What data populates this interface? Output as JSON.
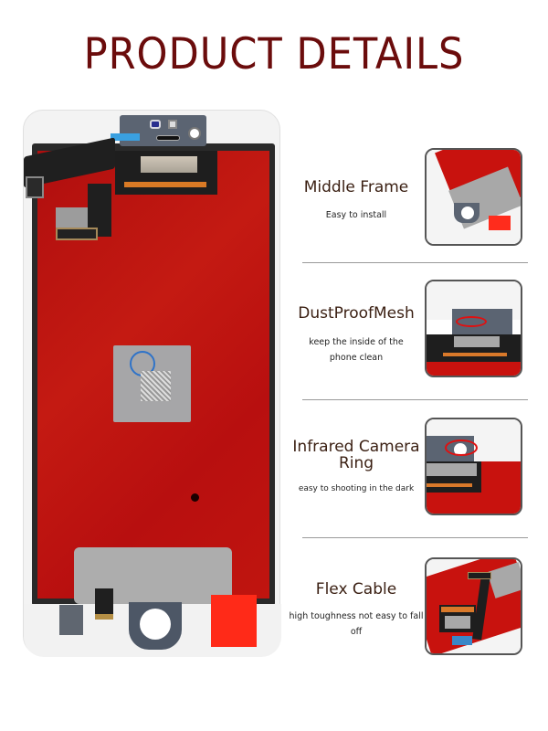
{
  "header": {
    "title": "PRODUCT DETAILS",
    "title_color": "#6b0c0c"
  },
  "product_image": {
    "alt": "LCD screen assembly back view with red backplate, white frame, flex cables, camera bracket and home button ring",
    "colors": {
      "backplate": "#c0150f",
      "frame": "#f3f3f3",
      "bracket": "#5b6472"
    }
  },
  "features": [
    {
      "title": "Middle Frame",
      "description": "Easy to install",
      "thumbnail_alt": "close-up of middle frame and home button area"
    },
    {
      "title": "DustProofMesh",
      "description": "keep the inside of the phone clean",
      "thumbnail_alt": "close-up of earpiece dust proof mesh circled in red"
    },
    {
      "title": "Infrared Camera Ring",
      "description": "easy to shooting in the dark",
      "thumbnail_alt": "close-up of infrared camera ring circled in red"
    },
    {
      "title": "Flex Cable",
      "description": "high toughness not easy to fall off",
      "thumbnail_alt": "close-up of flex cable over red backplate"
    }
  ],
  "colors": {
    "feature_title": "#3a1f12",
    "divider": "#9a9a9a",
    "thumb_border": "#555555"
  }
}
